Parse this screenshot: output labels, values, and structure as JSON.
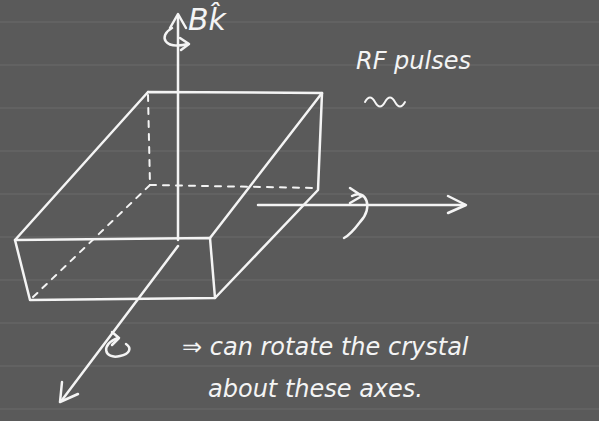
{
  "diagram": {
    "labels": [
      "Bk̂",
      "RF pulses",
      "⇒ can rotate the crystal about these axes."
    ]
  }
}
